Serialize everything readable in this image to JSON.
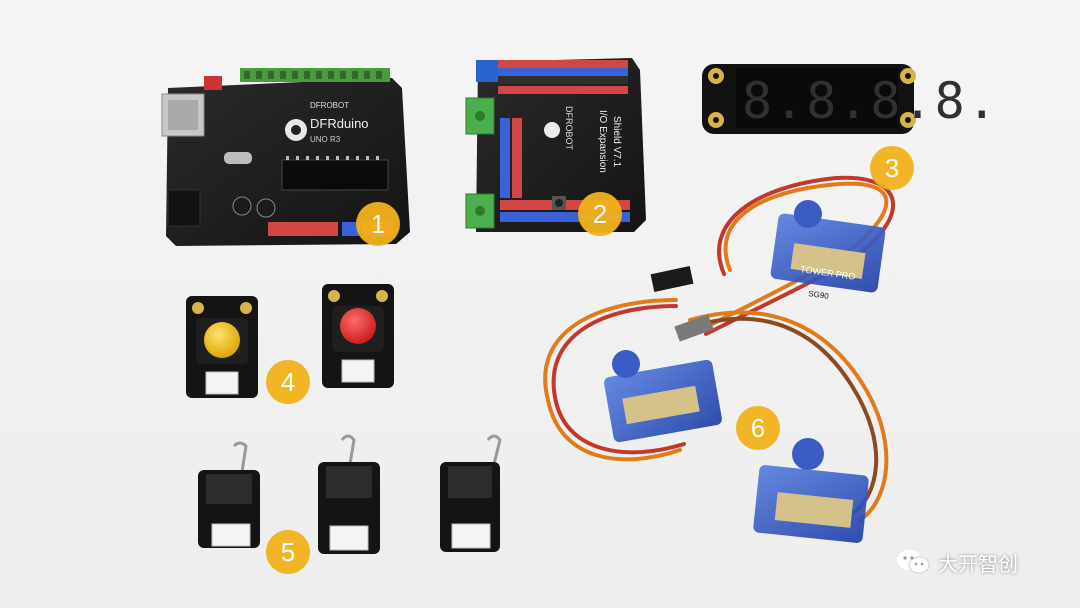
{
  "photo": {
    "background": "#f0f0f0",
    "accent_badge": "#f2b21b"
  },
  "board": {
    "brand": "DFROBOT",
    "model": "DFRduino",
    "submodel": "UNO R3"
  },
  "shield": {
    "brand": "DFROBOT",
    "title": "I/O Expansion",
    "version": "Shield V7.1"
  },
  "display": {
    "digits": "8.8.8.8."
  },
  "servo": {
    "brand": "TOWER PRO",
    "model": "SG90"
  },
  "badges": [
    "1",
    "2",
    "3",
    "4",
    "5",
    "6"
  ],
  "watermark": {
    "text": "大开智创",
    "icon": "wechat-icon"
  }
}
